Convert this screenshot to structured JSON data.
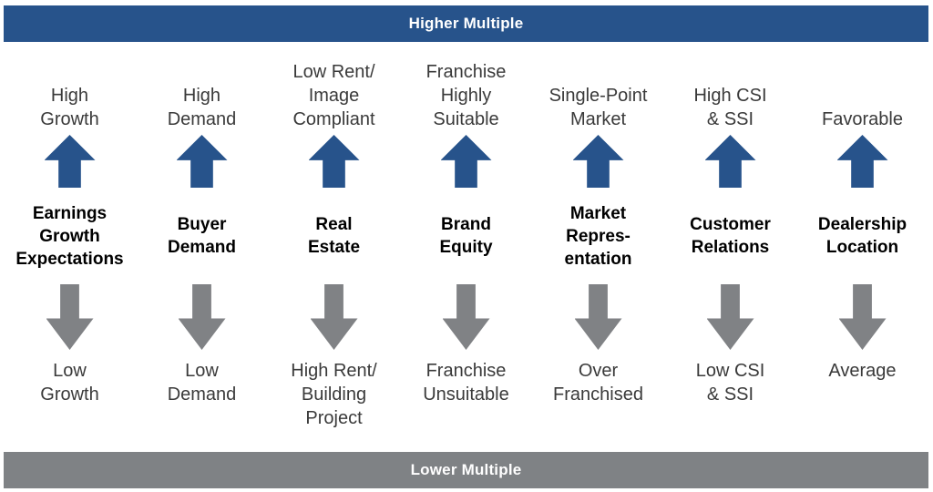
{
  "banners": {
    "top_label": "Higher Multiple",
    "bottom_label": "Lower Multiple"
  },
  "colors": {
    "banner_top_blue": "#27538b",
    "banner_bottom_gray": "#7f8285",
    "arrow_up_blue": "#27538b",
    "arrow_down_gray": "#808285",
    "label_text": "#3a3a3a",
    "center_label_text": "#000000",
    "background": "#ffffff"
  },
  "icons": {
    "arrow_up": "arrow-up-icon",
    "arrow_down": "arrow-down-icon"
  },
  "columns": [
    {
      "top": [
        "High",
        "Growth"
      ],
      "factor": [
        "Earnings",
        "Growth",
        "Expectations"
      ],
      "bottom": [
        "Low",
        "Growth"
      ]
    },
    {
      "top": [
        "High",
        "Demand"
      ],
      "factor": [
        "Buyer",
        "Demand"
      ],
      "bottom": [
        "Low",
        "Demand"
      ]
    },
    {
      "top": [
        "Low Rent/",
        "Image",
        "Compliant"
      ],
      "factor": [
        "Real",
        "Estate"
      ],
      "bottom": [
        "High Rent/",
        "Building",
        "Project"
      ]
    },
    {
      "top": [
        "Franchise",
        "Highly",
        "Suitable"
      ],
      "factor": [
        "Brand",
        "Equity"
      ],
      "bottom": [
        "Franchise",
        "Unsuitable"
      ]
    },
    {
      "top": [
        "Single-Point",
        "Market"
      ],
      "factor": [
        "Market",
        "Repres-",
        "entation"
      ],
      "bottom": [
        "Over",
        "Franchised"
      ]
    },
    {
      "top": [
        "High CSI",
        "& SSI"
      ],
      "factor": [
        "Customer",
        "Relations"
      ],
      "bottom": [
        "Low CSI",
        "& SSI"
      ]
    },
    {
      "top": [
        "Favorable"
      ],
      "factor": [
        "Dealership",
        "Location"
      ],
      "bottom": [
        "Average"
      ]
    }
  ]
}
